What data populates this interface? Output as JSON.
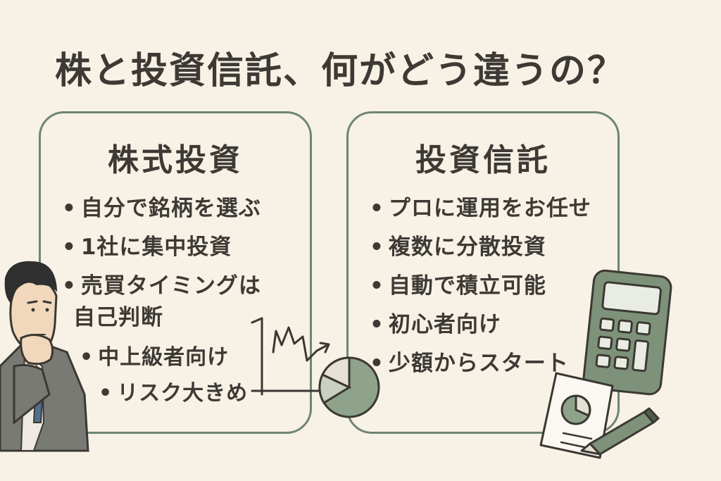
{
  "title": "株と投資信託、何がどう違うの？",
  "stock": {
    "heading": "株式投資",
    "items": [
      "自分で銘柄を選ぶ",
      "1社に集中投資",
      "売買タイミングは",
      "自己判断"
    ],
    "subitems": [
      "中上級者向け",
      "リスク大きめ"
    ]
  },
  "fund": {
    "heading": "投資信託",
    "items": [
      "プロに運用をお任せ",
      "複数に分散投資",
      "自動で積立可能",
      "初心者向け",
      "少額からスタート"
    ]
  },
  "colors": {
    "accent": "#6f8574",
    "background": "#f7f1e6",
    "text": "#3d3a35",
    "calculator": "#7d9279"
  },
  "icons": [
    "businessman-illustration",
    "line-chart-icon",
    "pie-chart-icon",
    "calculator-icon",
    "document-icon",
    "pen-icon"
  ]
}
